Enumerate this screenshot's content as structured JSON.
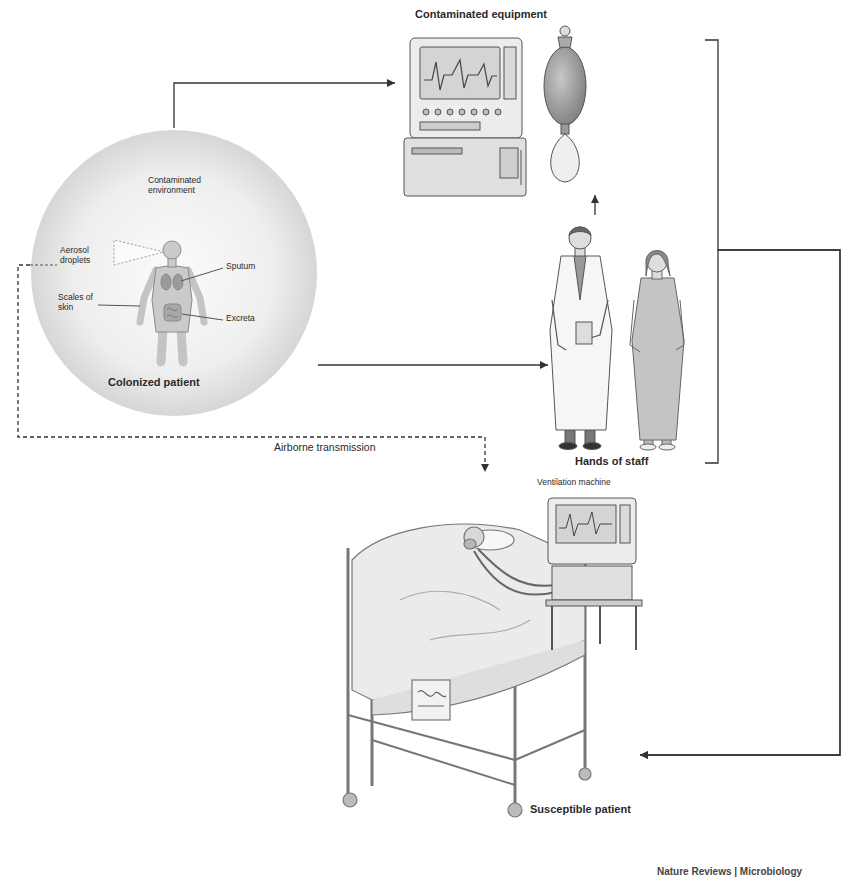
{
  "diagram": {
    "nodes": [
      {
        "text": [
          "Contaminated environment",
          "Aerosol droplets",
          "Sputum",
          "Scales of skin",
          "Excreta",
          "Colonized patient"
        ]
      },
      {
        "text": [
          "Contaminated equipment"
        ]
      },
      {
        "text": [
          "Hands of staff"
        ]
      },
      {
        "text": [
          "Ventilation machine",
          "Susceptible patient"
        ]
      }
    ],
    "edges": [
      {
        "from": 0,
        "to": 1,
        "arrow": "to"
      },
      {
        "from": 0,
        "to": 2,
        "arrow": "to"
      },
      {
        "from": 2,
        "to": 1,
        "arrow": "to"
      },
      {
        "from": 1,
        "to": 3,
        "arrow": "to"
      },
      {
        "from": 2,
        "to": 3,
        "arrow": "to"
      },
      {
        "from": 0,
        "to": 3,
        "arrow": "to",
        "label": "Airborne transmission"
      }
    ],
    "labels": [
      "Nature Reviews | Microbiology"
    ]
  }
}
